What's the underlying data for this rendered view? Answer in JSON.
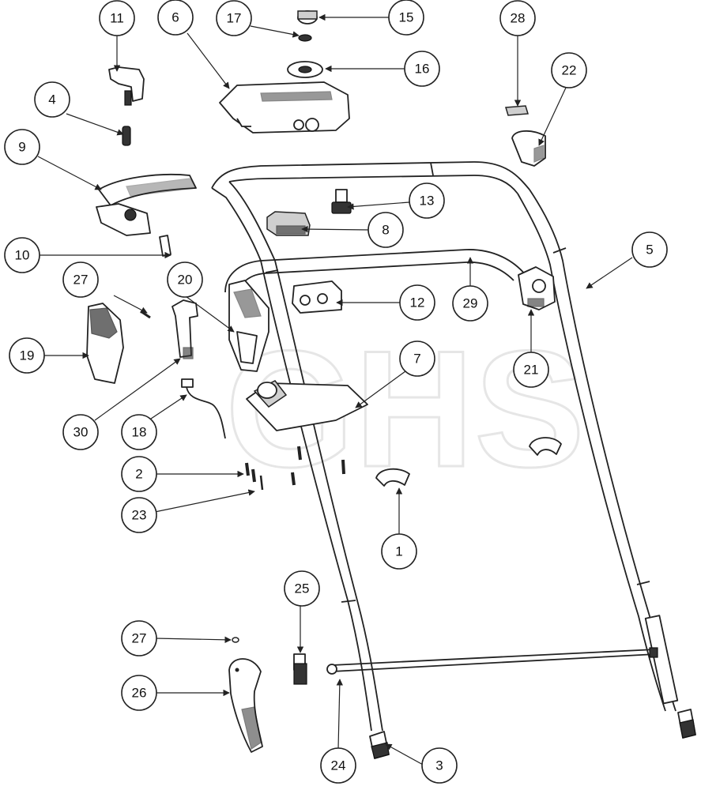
{
  "watermark": "GHS",
  "callouts": [
    "1",
    "2",
    "3",
    "4",
    "5",
    "6",
    "7",
    "8",
    "9",
    "10",
    "11",
    "12",
    "13",
    "15",
    "16",
    "17",
    "18",
    "19",
    "20",
    "21",
    "22",
    "23",
    "24",
    "25",
    "26",
    "27",
    "27",
    "28",
    "29",
    "30"
  ],
  "arrow_color": "#222222"
}
